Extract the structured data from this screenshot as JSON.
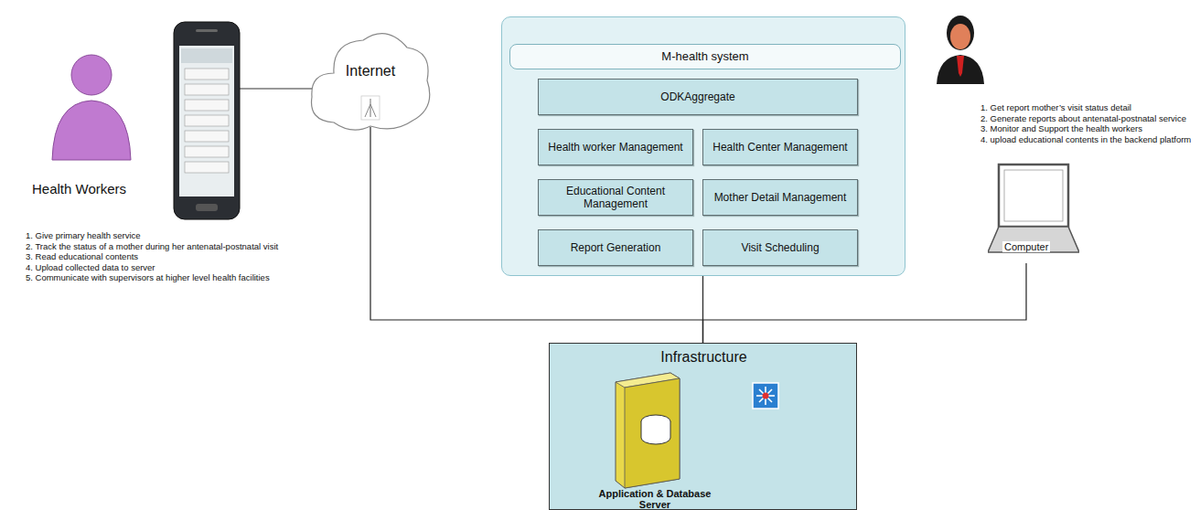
{
  "diagram": {
    "nodes": [
      {
        "text": [
          "Health Workers"
        ]
      },
      {
        "text": [
          "Internet"
        ]
      },
      {
        "text": [
          "M-health system"
        ]
      },
      {
        "text": [
          "ODKAggregate"
        ],
        "in": 2
      },
      {
        "text": [
          "Health worker Management"
        ],
        "in": 2
      },
      {
        "text": [
          "Health Center Management"
        ],
        "in": 2
      },
      {
        "text": [
          "Educational Content Management"
        ],
        "in": 2
      },
      {
        "text": [
          "Mother Detail Management"
        ],
        "in": 2
      },
      {
        "text": [
          "Report Generation"
        ],
        "in": 2
      },
      {
        "text": [
          "Visit Scheduling"
        ],
        "in": 2
      },
      {
        "text": [
          "Computer"
        ]
      },
      {
        "text": [
          "Infrastructure",
          "Application & Database Server"
        ]
      }
    ],
    "edges": [
      {
        "from": 1,
        "to": 11,
        "arrow": "none"
      },
      {
        "from": 2,
        "to": 11,
        "arrow": "none"
      },
      {
        "from": 10,
        "to": 11,
        "arrow": "none"
      }
    ],
    "labels": [
      "1. Give primary health service",
      "2. Track the status of a mother during her antenatal-postnatal visit",
      "3. Read educational contents",
      "4. Upload collected data to server",
      "5. Communicate with supervisors at higher level health facilities",
      "1. Get report mother’s visit status detail",
      "2. Generate reports about antenatal-postnatal service",
      "3. Monitor and Support the health workers",
      "4. upload educational contents in the backend platform"
    ]
  }
}
